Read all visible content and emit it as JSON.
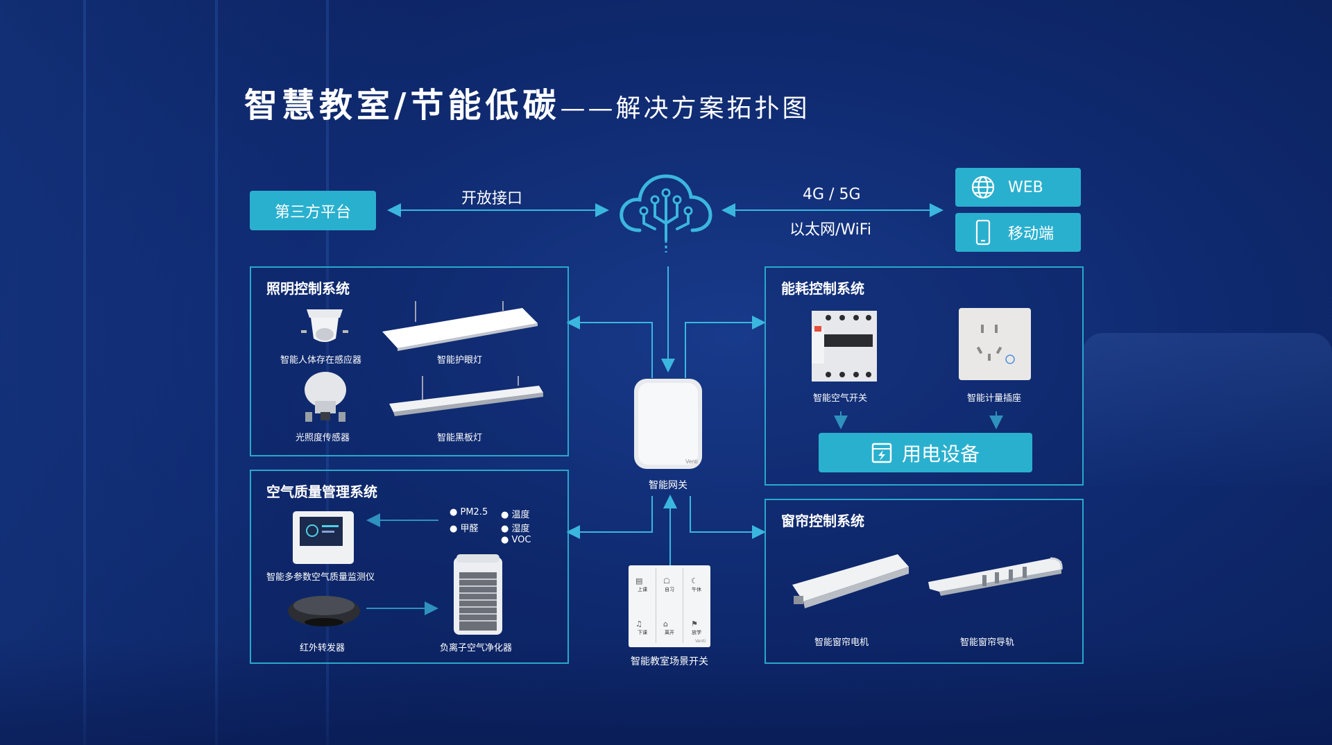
{
  "title": {
    "main": "智慧教室/节能低碳",
    "sub": "——解决方案拓扑图"
  },
  "top": {
    "third_party": "第三方平台",
    "open_api": "开放接口",
    "net_1": "4G / 5G",
    "net_2": "以太网/WiFi",
    "web": "WEB",
    "mobile": "移动端"
  },
  "lighting": {
    "title": "照明控制系统",
    "items": [
      "智能人体存在感应器",
      "智能护眼灯",
      "光照度传感器",
      "智能黑板灯"
    ]
  },
  "air": {
    "title": "空气质量管理系统",
    "params": [
      "PM2.5",
      "甲醛",
      "温度",
      "湿度",
      "VOC"
    ],
    "items": [
      "智能多参数空气质量监测仪",
      "红外转发器",
      "负离子空气净化器"
    ]
  },
  "energy": {
    "title": "能耗控制系统",
    "items": [
      "智能空气开关",
      "智能计量插座"
    ],
    "load": "用电设备"
  },
  "curtain": {
    "title": "窗帘控制系统",
    "items": [
      "智能窗帘电机",
      "智能窗帘导轨"
    ]
  },
  "gateway": {
    "label": "智能网关",
    "brand": "Venti"
  },
  "scene_switch": {
    "label": "智能教室场景开关",
    "keys": [
      "上课",
      "自习",
      "午休",
      "下课",
      "离开",
      "放学"
    ],
    "brand": "Venti"
  },
  "colors": {
    "accent": "#2ab0cf",
    "background": "#0f2a70"
  }
}
